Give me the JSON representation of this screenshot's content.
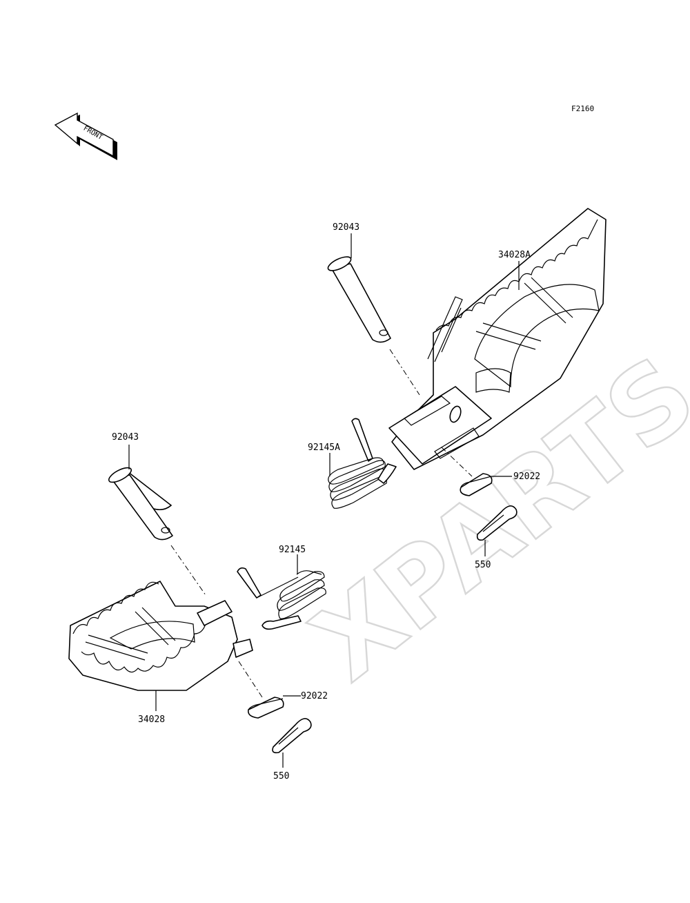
{
  "figure_code": "F2160",
  "front_arrow_label": "FRONT",
  "watermark": "XPARTS",
  "callouts": {
    "pin_right": "92043",
    "footpeg_right": "34028A",
    "spring_right": "92145A",
    "washer_right": "92022",
    "cotter_right": "550",
    "pin_left": "92043",
    "spring_left": "92145",
    "footpeg_left": "34028",
    "washer_left": "92022",
    "cotter_left": "550"
  }
}
